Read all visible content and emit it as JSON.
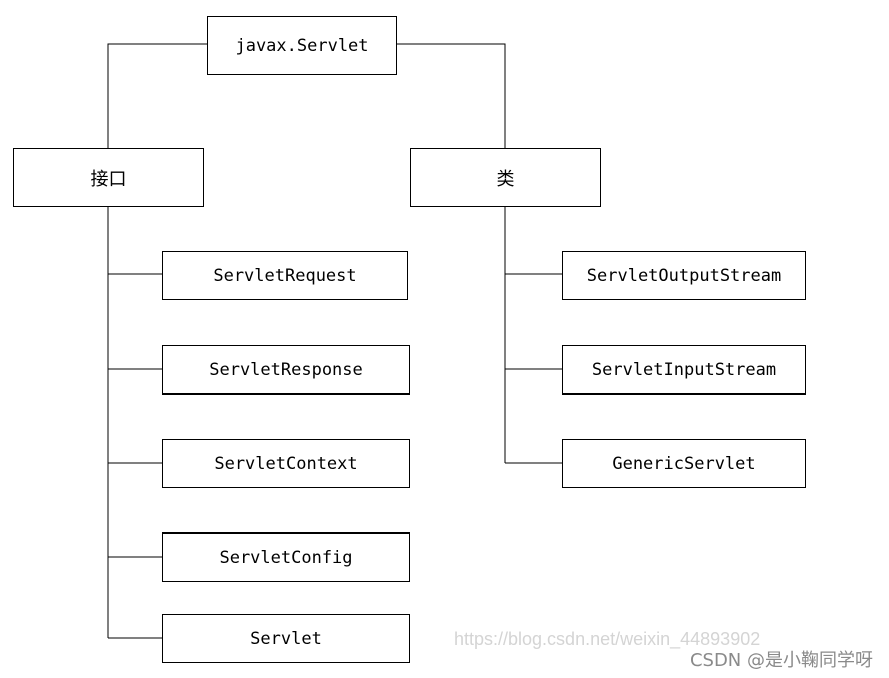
{
  "root": {
    "label": "javax.Servlet"
  },
  "branches": {
    "interfaces": {
      "label": "接口",
      "items": [
        "ServletRequest",
        "ServletResponse",
        "ServletContext",
        "ServletConfig",
        "Servlet"
      ]
    },
    "classes": {
      "label": "类",
      "items": [
        "ServletOutputStream",
        "ServletInputStream",
        "GenericServlet"
      ]
    }
  },
  "watermark": {
    "url": "https://blog.csdn.net/weixin_44893902",
    "credit": "CSDN @是小鞠同学呀"
  },
  "colors": {
    "line": "#000000",
    "box_border": "#000000",
    "watermark_url": "#d4d4d4",
    "watermark_credit": "#8a8a8a"
  }
}
